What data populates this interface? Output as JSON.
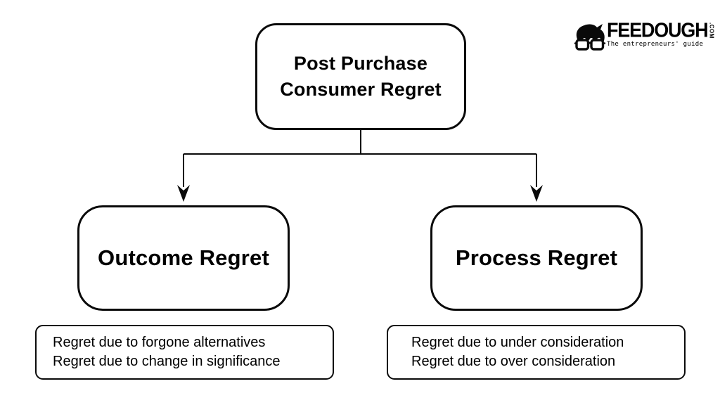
{
  "page": {
    "background_color": "#ffffff",
    "ink_color": "#0a0a0a"
  },
  "logo": {
    "brand": "FEEDOUGH",
    "tld": ".COM",
    "tagline": "The entrepreneurs' guide",
    "icon": "nerd-face-icon"
  },
  "diagram": {
    "root": {
      "lines": [
        "Post Purchase",
        "Consumer Regret"
      ]
    },
    "branches": [
      {
        "title": "Outcome Regret",
        "details": [
          "Regret due to forgone alternatives",
          "Regret due to change in significance"
        ]
      },
      {
        "title": "Process Regret",
        "details": [
          "Regret due to under consideration",
          "Regret due to over consideration"
        ]
      }
    ]
  }
}
